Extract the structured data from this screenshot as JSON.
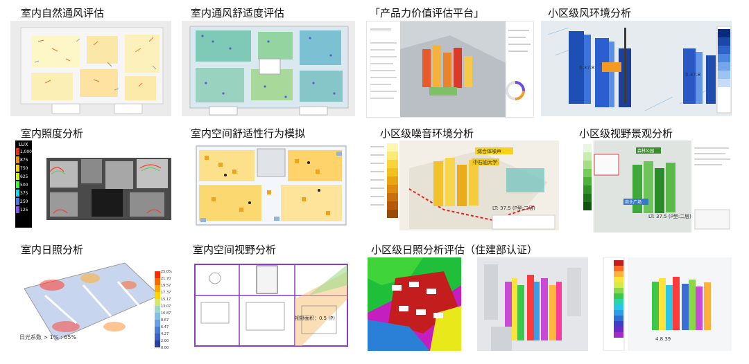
{
  "sections": {
    "indoor_natural_ventilation": "室内自然通风评估",
    "indoor_ventilation_comfort": "室内通风舒适度评估",
    "product_value_platform": "「产品力价值评估平台」",
    "community_wind": "小区级风环境分析",
    "indoor_illuminance": "室内照度分析",
    "indoor_behavior_sim": "室内空间舒适性行为模拟",
    "community_noise": "小区级噪音环境分析",
    "community_view": "小区级视野景观分析",
    "indoor_sunlight": "室内日照分析",
    "indoor_view": "室内空间视野分析",
    "community_sunlight_cert": "小区级日照分析评估（住建部认证）"
  },
  "illuminance_legend": {
    "unit": "LUX",
    "ticks": [
      "1,000",
      "875",
      "750",
      "625",
      "500",
      "375",
      "250",
      "125"
    ],
    "colors": [
      "#ff2a00",
      "#ff8c00",
      "#ffd200",
      "#c8ff00",
      "#33ff33",
      "#00e0ff",
      "#3a7bff",
      "#8a4dff"
    ]
  },
  "sunlight_legend": {
    "ticks": [
      "25.0%",
      "21.70",
      "19.57",
      "17.37",
      "15.17",
      "13.07",
      "10.87",
      "8.67",
      "6.47",
      "4.27",
      "2.00",
      "0.00"
    ],
    "note": "日光系数 > 1% : 65%"
  },
  "wind_labels": {
    "a": "8.37.8",
    "b": "8.37.8"
  },
  "noise_labels": {
    "zone": "综合体噪声",
    "school": "中石油大学",
    "note": "LT: 37.5 (P型:二层)"
  },
  "view_labels": {
    "park": "森林公园",
    "mall": "商业广场",
    "note": "LT: 37.5 (P型:二层)"
  },
  "indoor_view_label": "视野面积：0.5 (P)",
  "sun_cert_label": "4.8.39"
}
